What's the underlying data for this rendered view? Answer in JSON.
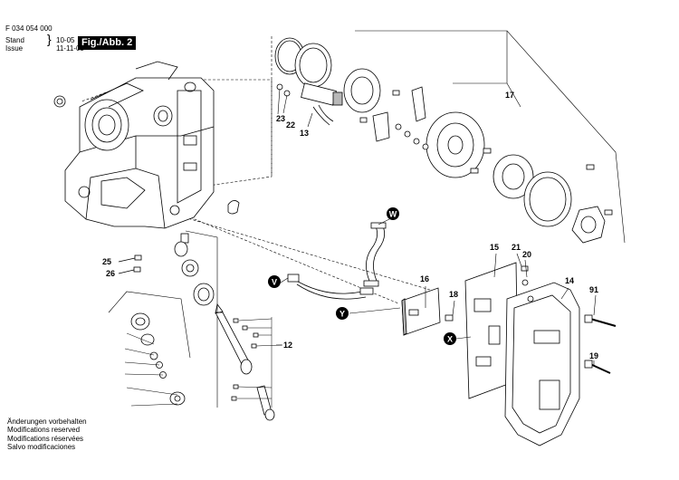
{
  "header": {
    "doc_number": "F 034 054 000",
    "stand_label": "Stand",
    "issue_label": "Issue",
    "stand_value": "10-05",
    "issue_value": "11-11-03",
    "figure_label": "Fig./Abb. 2"
  },
  "notes": [
    "Änderungen vorbehalten",
    "Modifications reserved",
    "Modifications réservées",
    "Salvo modificaciones"
  ],
  "part_labels": {
    "p12": "12",
    "p13": "13",
    "p14": "14",
    "p15": "15",
    "p16": "16",
    "p17": "17",
    "p18": "18",
    "p19": "19",
    "p20": "20",
    "p21": "21",
    "p22": "22",
    "p23": "23",
    "p25": "25",
    "p26": "26",
    "p91": "91"
  },
  "connectors": {
    "w": "W",
    "v": "V",
    "y": "Y",
    "x": "X"
  },
  "colors": {
    "ink": "#000000",
    "paper": "#ffffff",
    "shade": "#b8b8b8"
  }
}
